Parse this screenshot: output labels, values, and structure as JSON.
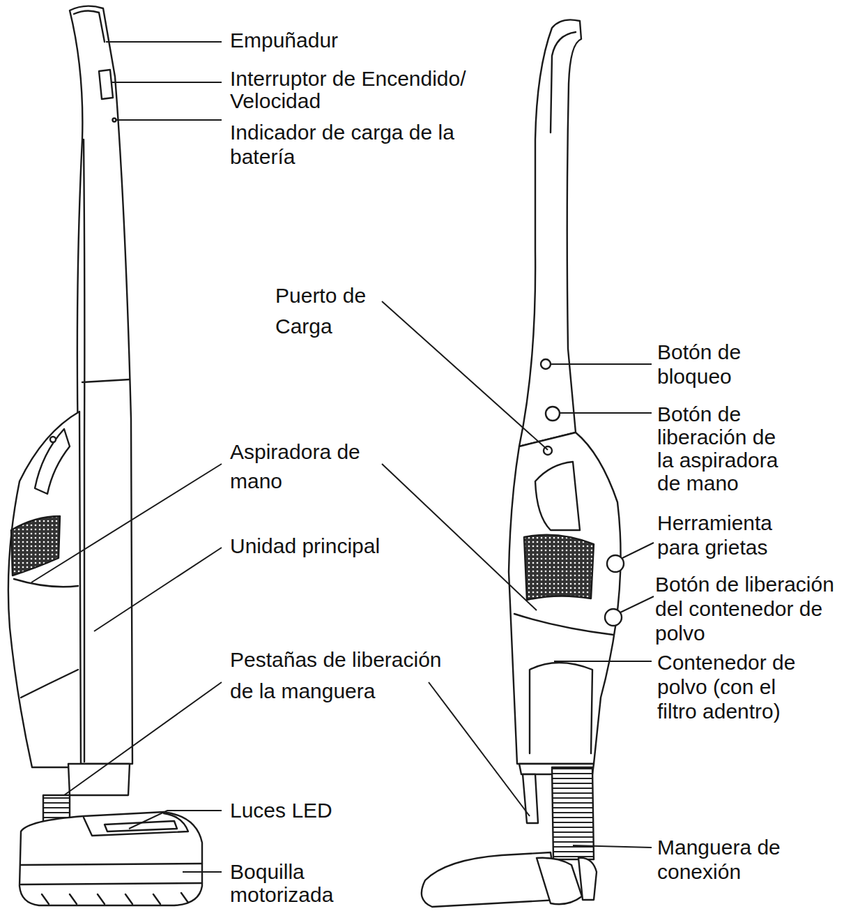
{
  "diagram": {
    "labels": [
      "Empuñadur",
      "Interruptor de Encendido/ Velocidad",
      "Indicador de carga de la batería",
      "Puerto de Carga",
      "Botón de bloqueo",
      "Botón de liberación de la aspiradora de mano",
      "Aspiradora de mano",
      "Herramienta para grietas",
      "Unidad principal",
      "Botón de liberación del contenedor de polvo",
      "Contenedor de polvo (con el filtro adentro)",
      "Pestañas de liberación de la manguera",
      "Luces LED",
      "Manguera de conexión",
      "Boquilla motorizada"
    ]
  }
}
